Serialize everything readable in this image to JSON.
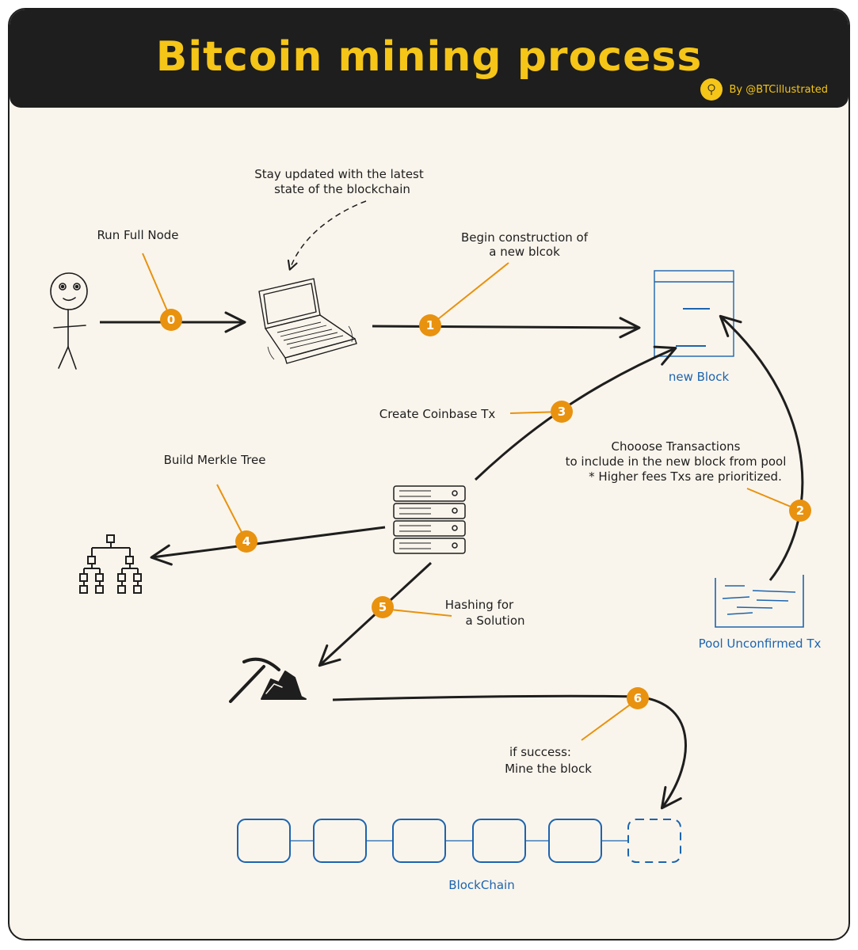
{
  "header": {
    "title": "Bitcoin mining process",
    "credit": "By @BTCillustrated"
  },
  "labels": {
    "run_full_node": "Run Full Node",
    "stay_updated_1": "Stay updated with the latest",
    "stay_updated_2": "state of the blockchain",
    "begin_construction_1": "Begin construction of",
    "begin_construction_2": "a new blcok",
    "new_block": "new Block",
    "create_coinbase": "Create Coinbase Tx",
    "choose_tx_1": "Chooose Transactions",
    "choose_tx_2": "to include in the new block from pool",
    "choose_tx_3": "* Higher fees Txs are prioritized.",
    "build_merkle": "Build Merkle Tree",
    "hashing_1": "Hashing for",
    "hashing_2": "a Solution",
    "pool": "Pool Unconfirmed Tx",
    "success_1": "if success:",
    "success_2": "Mine the block",
    "blockchain": "BlockChain"
  },
  "steps": [
    "0",
    "1",
    "2",
    "3",
    "4",
    "5",
    "6"
  ],
  "colors": {
    "badge": "#e8920f",
    "title": "#f5c518",
    "header": "#1e1e1e",
    "background": "#faf5ec",
    "blue": "#1c64b0",
    "ink": "#1e1e1e"
  },
  "icons": [
    "stick-figure-icon",
    "laptop-icon",
    "server-icon",
    "merkle-tree-icon",
    "pickaxe-icon",
    "block-icon",
    "pool-icon"
  ]
}
